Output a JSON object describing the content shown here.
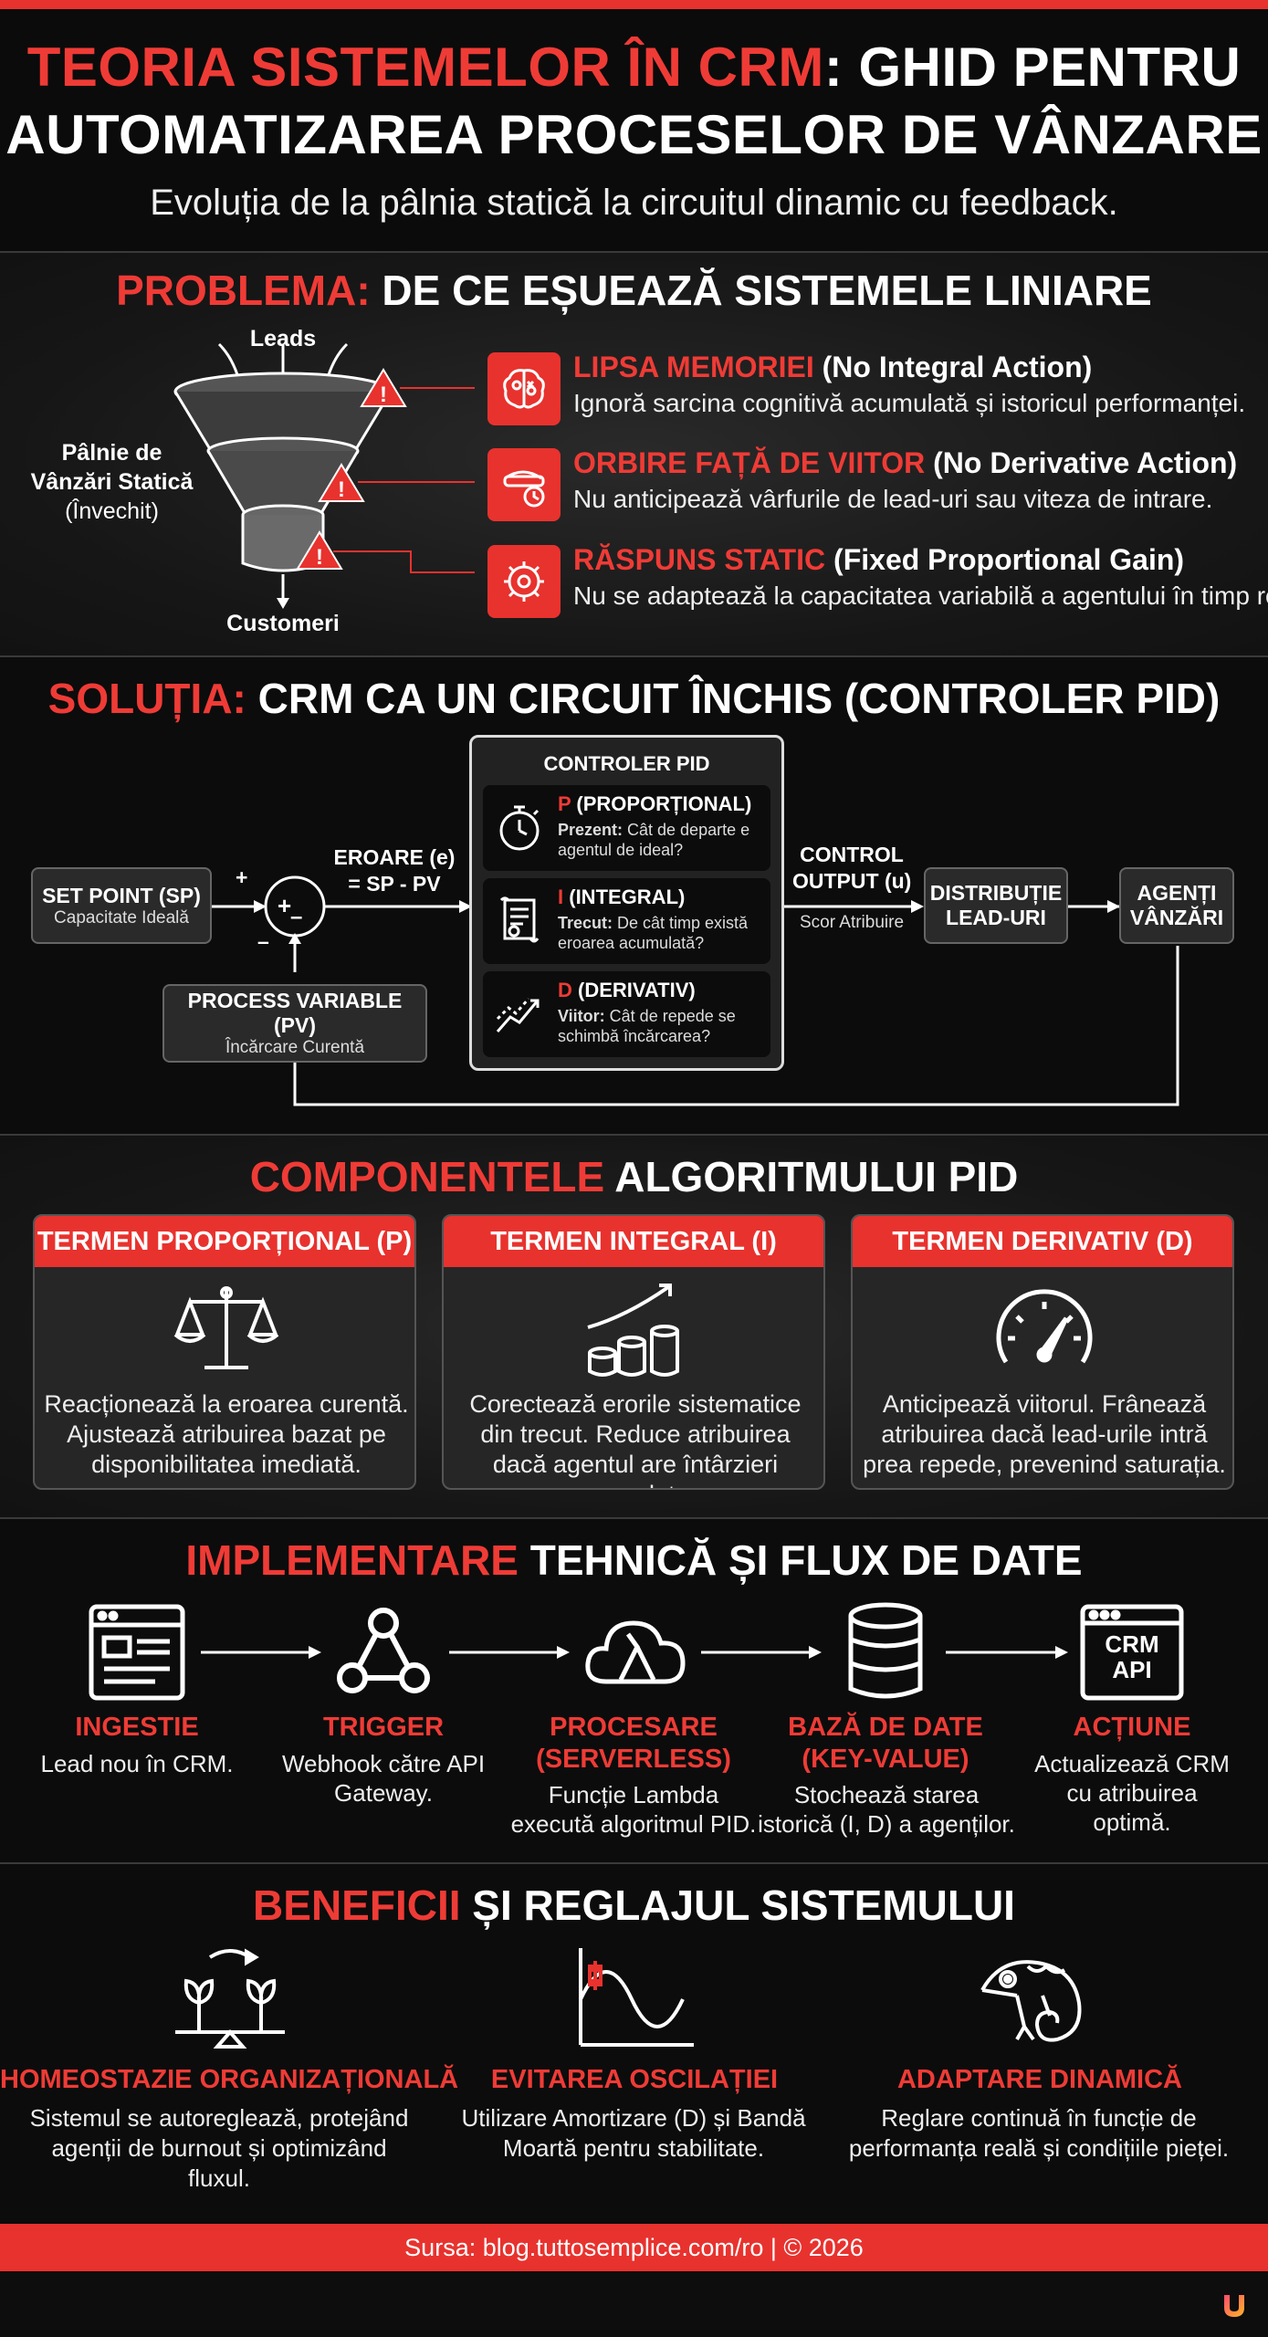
{
  "header": {
    "title_line1_red": "TEORIA SISTEMELOR ÎN CRM",
    "title_line1_white": ": GHID PENTRU",
    "title_line2": "AUTOMATIZAREA PROCESELOR DE VÂNZARE",
    "subtitle": "Evoluția de la pâlnia statică la circuitul dinamic cu feedback."
  },
  "problem": {
    "title_red": "PROBLEMA:",
    "title_white": " DE CE EȘUEAZĂ SISTEMELE LINIARE",
    "funnel_top": "Leads",
    "funnel_bottom": "Customeri",
    "funnel_label_1": "Pâlnie de",
    "funnel_label_2": "Vânzări Statică",
    "funnel_label_3": "(Învechit)",
    "items": [
      {
        "title_red": "LIPSA MEMORIEI",
        "title_white": " (No Integral Action)",
        "desc": "Ignoră sarcina cognitivă acumulată și istoricul performanței.",
        "icon": "brain-icon"
      },
      {
        "title_red": "ORBIRE FAȚĂ DE VIITOR",
        "title_white": " (No Derivative Action)",
        "desc": "Nu anticipează vârfurile de lead-uri sau viteza de intrare.",
        "icon": "blindfold-clock-icon"
      },
      {
        "title_red": "RĂSPUNS STATIC",
        "title_white": " (Fixed Proportional Gain)",
        "desc": "Nu se adaptează la capacitatea variabilă a agentului în timp real.",
        "icon": "gear-icon"
      }
    ]
  },
  "solution": {
    "title_red": "SOLUȚIA:",
    "title_white": " CRM CA UN CIRCUIT ÎNCHIS (CONTROLER PID)",
    "sp_title": "SET POINT (SP)",
    "sp_sub": "Capacitate Ideală",
    "plus": "+",
    "minus": "–",
    "error_1": "EROARE (e)",
    "error_2": "= SP - PV",
    "pv_title": "PROCESS VARIABLE (PV)",
    "pv_sub": "Încărcare Curentă",
    "pid_title": "CONTROLER PID",
    "pid_rows": [
      {
        "letter": "P",
        "name": " (PROPORȚIONAL)",
        "key": "Prezent:",
        "text": " Cât de departe e agentul de ideal?",
        "icon": "stopwatch-icon"
      },
      {
        "letter": "I",
        "name": " (INTEGRAL)",
        "key": "Trecut:",
        "text": " De cât timp există eroarea acumulată?",
        "icon": "scroll-icon"
      },
      {
        "letter": "D",
        "name": " (DERIVATIV)",
        "key": "Viitor:",
        "text": " Cât de repede se schimbă încărcarea?",
        "icon": "trend-arrows-icon"
      }
    ],
    "control_1": "CONTROL",
    "control_2": "OUTPUT (u)",
    "control_sub": "Scor Atribuire",
    "dist_1": "DISTRIBUȚIE",
    "dist_2": "LEAD-URI",
    "agents_1": "AGENȚI",
    "agents_2": "VÂNZĂRI"
  },
  "components": {
    "title_red": "COMPONENTELE",
    "title_white": " ALGORITMULUI PID",
    "cards": [
      {
        "title": "TERMEN PROPORȚIONAL (P)",
        "desc": "Reacționează la eroarea curentă. Ajustează atribuirea bazat pe disponibilitatea imediată.",
        "icon": "balance-scale-icon"
      },
      {
        "title": "TERMEN INTEGRAL (I)",
        "desc": "Corectează erorile sistematice din trecut. Reduce atribuirea dacă agentul are întârzieri acumulate.",
        "icon": "coin-stacks-icon"
      },
      {
        "title": "TERMEN DERIVATIV (D)",
        "desc": "Anticipează viitorul. Frânează atribuirea dacă lead-urile intră prea repede, prevenind saturația.",
        "icon": "speedometer-icon"
      }
    ]
  },
  "implementation": {
    "title_red": "IMPLEMENTARE",
    "title_white": " TEHNICĂ ȘI FLUX DE DATE",
    "steps": [
      {
        "title": "INGESTIE",
        "desc": "Lead nou în CRM.",
        "icon": "browser-form-icon"
      },
      {
        "title": "TRIGGER",
        "desc": "Webhook către API Gateway.",
        "icon": "webhook-icon"
      },
      {
        "title": "PROCESARE (SERVERLESS)",
        "desc": "Funcție Lambda execută algoritmul PID.",
        "icon": "lambda-cloud-icon"
      },
      {
        "title": "BAZĂ DE DATE (KEY-VALUE)",
        "desc": "Stochează starea istorică (I, D) a agenților.",
        "icon": "database-icon"
      },
      {
        "title": "ACȚIUNE",
        "desc": "Actualizează CRM cu atribuirea optimă.",
        "icon": "crm-api-icon"
      }
    ],
    "crm_api_1": "CRM",
    "crm_api_2": "API"
  },
  "benefits": {
    "title_red": "BENEFICII",
    "title_white": " ȘI REGLAJUL SISTEMULUI",
    "items": [
      {
        "title": "HOMEOSTAZIE ORGANIZAȚIONALĂ",
        "desc": "Sistemul se autoreglează, protejând agenții de burnout și optimizând fluxul.",
        "icon": "balanced-plants-icon"
      },
      {
        "title": "EVITAREA OSCILAȚIEI",
        "desc": "Utilizare Amortizare (D) și Bandă Moartă pentru stabilitate.",
        "icon": "sine-wave-icon"
      },
      {
        "title": "ADAPTARE DINAMICĂ",
        "desc": "Reglare continuă în funcție de performanța reală și condițiile pieței.",
        "icon": "chameleon-icon"
      }
    ]
  },
  "footer": {
    "text": "Sursa: blog.tuttosemplice.com/ro | © 2026"
  },
  "colors": {
    "accent": "#e8322e",
    "background": "#0d0d0d",
    "panel": "#262626"
  }
}
